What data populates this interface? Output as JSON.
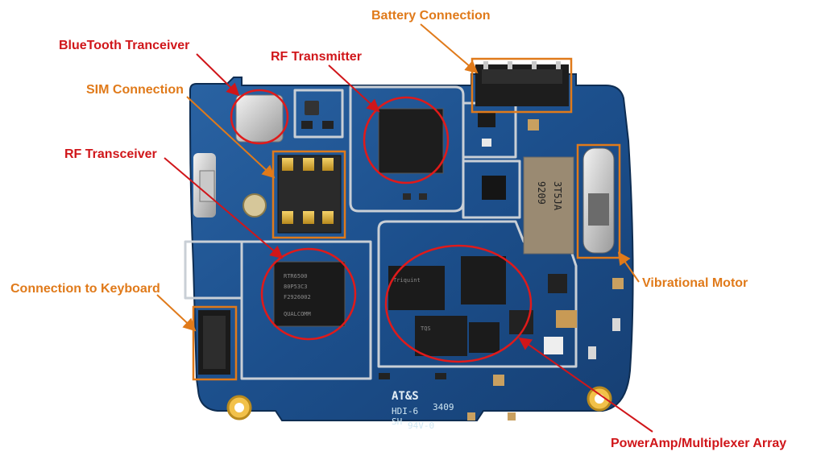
{
  "labels": {
    "battery": "Battery Connection",
    "bluetooth": "BlueTooth Tranceiver",
    "rf_transmitter": "RF Transmitter",
    "sim": "SIM Connection",
    "rf_transceiver": "RF Transceiver",
    "keyboard": "Connection to Keyboard",
    "vibrational_motor": "Vibrational Motor",
    "poweramp": "PowerAmp/Multiplexer Array"
  },
  "silkscreen": {
    "brand": "AT&S",
    "line1": "HDI-6",
    "line2": "SH",
    "code": "3409",
    "rating": "94V-0"
  },
  "chip_markings": {
    "rf_transceiver_lines": [
      "QUALCOMM",
      "RTR6500",
      "80P53C3",
      "F2926002"
    ],
    "motor_lines": [
      "9209",
      "3T5JA"
    ],
    "pa_lines": [
      "TQS",
      "Triquint"
    ]
  },
  "colors": {
    "orange_label": "#e07a1a",
    "red_label": "#d0161a",
    "pcb": "#1c4f8c",
    "pcb_dark": "#123a6a"
  }
}
